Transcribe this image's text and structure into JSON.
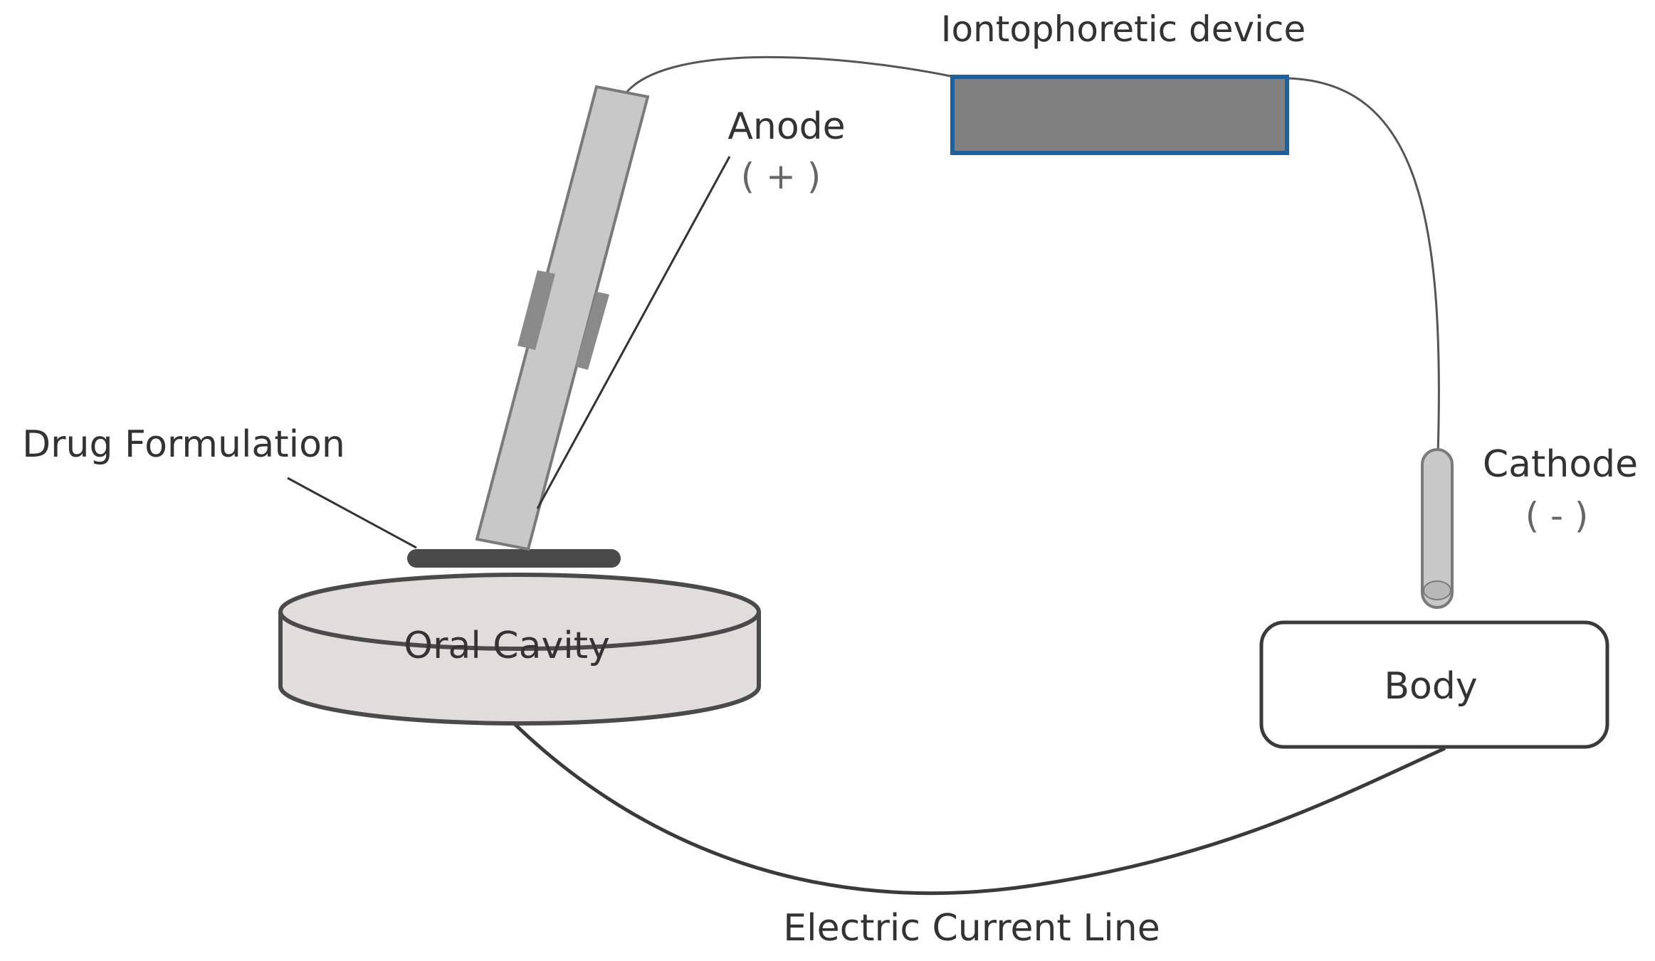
{
  "labels": {
    "iontophoretic_device": "Iontophoretic device",
    "anode": "Anode",
    "anode_sign": "( + )",
    "cathode": "Cathode",
    "cathode_sign": "( - )",
    "drug_formulation": "Drug Formulation",
    "oral_cavity": "Oral Cavity",
    "body": "Body",
    "electric_current_line": "Electric Current Line"
  },
  "colors": {
    "device_fill": "#808080",
    "device_border": "#1f5f9a",
    "electrode_fill": "#c8c8c8",
    "electrode_stroke": "#7a7a7a",
    "oral_cavity_fill": "#e2dddd",
    "oral_cavity_stroke": "#4a4a4a",
    "drug_pad_fill": "#4a4a4a",
    "wire": "#555555",
    "current_line": "#3a3a3a"
  }
}
